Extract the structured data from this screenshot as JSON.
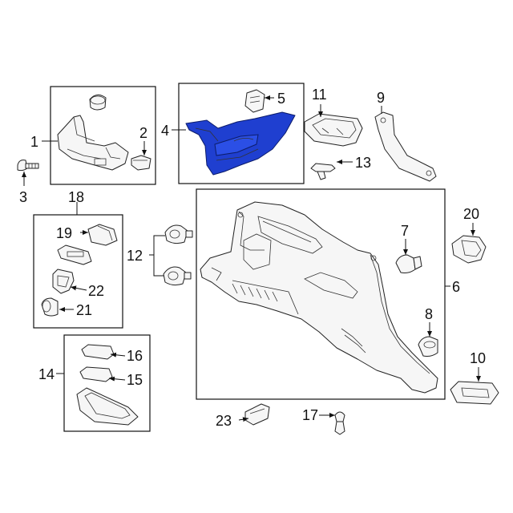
{
  "callouts": {
    "c1": "1",
    "c2": "2",
    "c3": "3",
    "c4": "4",
    "c5": "5",
    "c6": "6",
    "c7": "7",
    "c8": "8",
    "c9": "9",
    "c10": "10",
    "c11": "11",
    "c12": "12",
    "c13": "13",
    "c14": "14",
    "c15": "15",
    "c16": "16",
    "c17": "17",
    "c18": "18",
    "c19": "19",
    "c20": "20",
    "c21": "21",
    "c22": "22",
    "c23": "23"
  },
  "highlight_color": "#1f3fd0"
}
